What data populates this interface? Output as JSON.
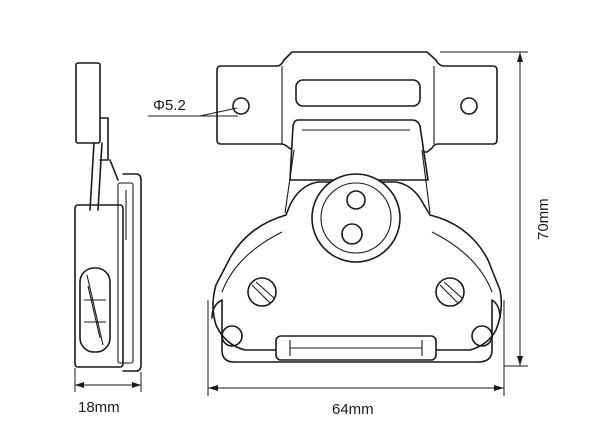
{
  "annotations": {
    "hole_diameter": "Φ5.2"
  },
  "dimensions": {
    "side_width": "18mm",
    "front_width": "64mm",
    "front_height": "70mm"
  }
}
